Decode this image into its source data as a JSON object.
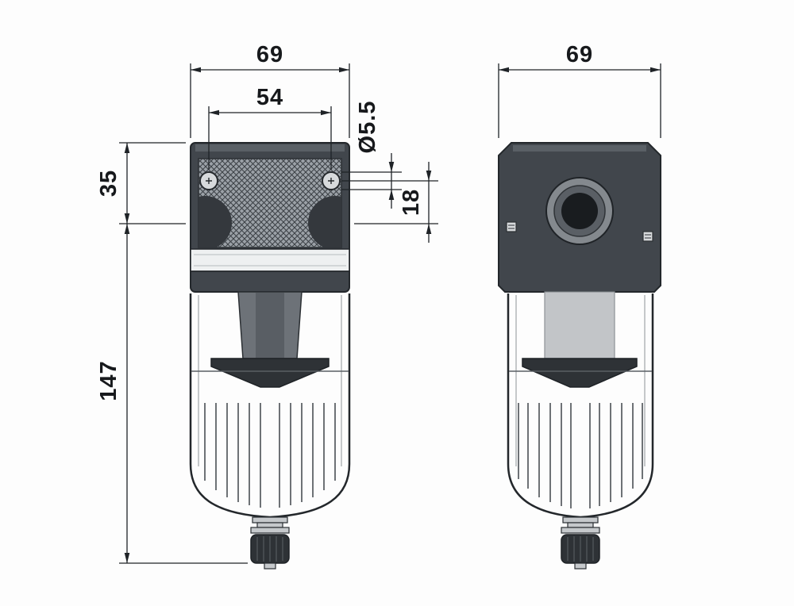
{
  "meta": {
    "title": "Technical dimension drawing: compressed-air filter, side and front views"
  },
  "dimensions": {
    "side_view": {
      "overall_width": "69",
      "hole_spacing": "54",
      "hole_diameter": "Ø5.5",
      "head_height": "35",
      "hole_to_port": "18",
      "body_height": "147"
    },
    "front_view": {
      "overall_width": "69"
    }
  },
  "colors": {
    "line": "#1f2327",
    "head_dark": "#41464c",
    "head_darker": "#2e3236",
    "hatch_base": "#9ba1a7",
    "stem_gray": "#6d7278",
    "cartridge_gray": "#c2c5c8",
    "sight_band": "#eef0f1",
    "background": "#fdfdfd"
  }
}
